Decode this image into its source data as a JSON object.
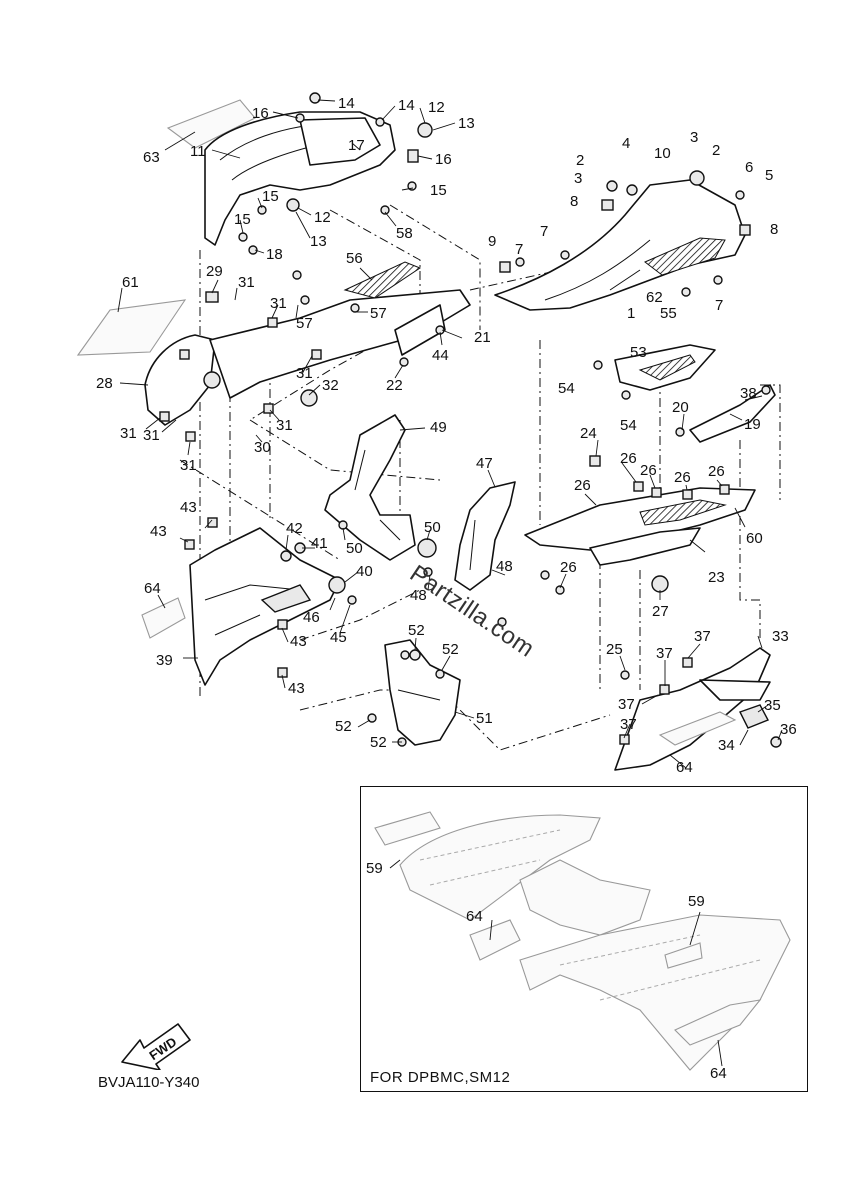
{
  "diagram": {
    "drawing_code": "BVJA110-Y340",
    "direction_badge": "FWD",
    "watermark": "Partzilla.com",
    "inset_caption": "FOR DPBMC,SM12"
  },
  "callouts": [
    {
      "id": "c63",
      "text": "63"
    },
    {
      "id": "c11",
      "text": "11"
    },
    {
      "id": "c16a",
      "text": "16"
    },
    {
      "id": "c14a",
      "text": "14"
    },
    {
      "id": "c14b",
      "text": "14"
    },
    {
      "id": "c12a",
      "text": "12"
    },
    {
      "id": "c13a",
      "text": "13"
    },
    {
      "id": "c17",
      "text": "17"
    },
    {
      "id": "c16b",
      "text": "16"
    },
    {
      "id": "c15a",
      "text": "15"
    },
    {
      "id": "c15b",
      "text": "15"
    },
    {
      "id": "c15c",
      "text": "15"
    },
    {
      "id": "c12b",
      "text": "12"
    },
    {
      "id": "c13b",
      "text": "13"
    },
    {
      "id": "c58",
      "text": "58"
    },
    {
      "id": "c18",
      "text": "18"
    },
    {
      "id": "c56",
      "text": "56"
    },
    {
      "id": "c61",
      "text": "61"
    },
    {
      "id": "c29",
      "text": "29"
    },
    {
      "id": "c31a",
      "text": "31"
    },
    {
      "id": "c31b",
      "text": "31"
    },
    {
      "id": "c57a",
      "text": "57"
    },
    {
      "id": "c57b",
      "text": "57"
    },
    {
      "id": "c21",
      "text": "21"
    },
    {
      "id": "c44",
      "text": "44"
    },
    {
      "id": "c28",
      "text": "28"
    },
    {
      "id": "c31c",
      "text": "31"
    },
    {
      "id": "c32",
      "text": "32"
    },
    {
      "id": "c22",
      "text": "22"
    },
    {
      "id": "c31d",
      "text": "31"
    },
    {
      "id": "c31e",
      "text": "31"
    },
    {
      "id": "c31f",
      "text": "31"
    },
    {
      "id": "c30",
      "text": "30"
    },
    {
      "id": "c31g",
      "text": "31"
    },
    {
      "id": "c49",
      "text": "49"
    },
    {
      "id": "c2a",
      "text": "2"
    },
    {
      "id": "c4",
      "text": "4"
    },
    {
      "id": "c3a",
      "text": "3"
    },
    {
      "id": "c10",
      "text": "10"
    },
    {
      "id": "c3b",
      "text": "3"
    },
    {
      "id": "c2b",
      "text": "2"
    },
    {
      "id": "c6",
      "text": "6"
    },
    {
      "id": "c5",
      "text": "5"
    },
    {
      "id": "c8a",
      "text": "8"
    },
    {
      "id": "c8b",
      "text": "8"
    },
    {
      "id": "c9",
      "text": "9"
    },
    {
      "id": "c7a",
      "text": "7"
    },
    {
      "id": "c7b",
      "text": "7"
    },
    {
      "id": "c7c",
      "text": "7"
    },
    {
      "id": "c62",
      "text": "62"
    },
    {
      "id": "c1",
      "text": "1"
    },
    {
      "id": "c55",
      "text": "55"
    },
    {
      "id": "c53",
      "text": "53"
    },
    {
      "id": "c54a",
      "text": "54"
    },
    {
      "id": "c54b",
      "text": "54"
    },
    {
      "id": "c38",
      "text": "38"
    },
    {
      "id": "c20",
      "text": "20"
    },
    {
      "id": "c19",
      "text": "19"
    },
    {
      "id": "c24",
      "text": "24"
    },
    {
      "id": "c26a",
      "text": "26"
    },
    {
      "id": "c26b",
      "text": "26"
    },
    {
      "id": "c26c",
      "text": "26"
    },
    {
      "id": "c26d",
      "text": "26"
    },
    {
      "id": "c26e",
      "text": "26"
    },
    {
      "id": "c47",
      "text": "47"
    },
    {
      "id": "c60",
      "text": "60"
    },
    {
      "id": "c23",
      "text": "23"
    },
    {
      "id": "c26f",
      "text": "26"
    },
    {
      "id": "c27",
      "text": "27"
    },
    {
      "id": "c43a",
      "text": "43"
    },
    {
      "id": "c43b",
      "text": "43"
    },
    {
      "id": "c42",
      "text": "42"
    },
    {
      "id": "c41",
      "text": "41"
    },
    {
      "id": "c50a",
      "text": "50"
    },
    {
      "id": "c50b",
      "text": "50"
    },
    {
      "id": "c48a",
      "text": "48"
    },
    {
      "id": "c48b",
      "text": "48"
    },
    {
      "id": "c40",
      "text": "40"
    },
    {
      "id": "c64a",
      "text": "64"
    },
    {
      "id": "c46",
      "text": "46"
    },
    {
      "id": "c45",
      "text": "45"
    },
    {
      "id": "c43c",
      "text": "43"
    },
    {
      "id": "c39",
      "text": "39"
    },
    {
      "id": "c43d",
      "text": "43"
    },
    {
      "id": "c52a",
      "text": "52"
    },
    {
      "id": "c52b",
      "text": "52"
    },
    {
      "id": "c25",
      "text": "25"
    },
    {
      "id": "c37a",
      "text": "37"
    },
    {
      "id": "c33",
      "text": "33"
    },
    {
      "id": "c37b",
      "text": "37"
    },
    {
      "id": "c37c",
      "text": "37"
    },
    {
      "id": "c35",
      "text": "35"
    },
    {
      "id": "c37d",
      "text": "37"
    },
    {
      "id": "c36",
      "text": "36"
    },
    {
      "id": "c34",
      "text": "34"
    },
    {
      "id": "c52c",
      "text": "52"
    },
    {
      "id": "c51",
      "text": "51"
    },
    {
      "id": "c52d",
      "text": "52"
    },
    {
      "id": "c64b",
      "text": "64"
    },
    {
      "id": "c59a",
      "text": "59"
    },
    {
      "id": "c64c",
      "text": "64"
    },
    {
      "id": "c59b",
      "text": "59"
    },
    {
      "id": "c64d",
      "text": "64"
    }
  ]
}
